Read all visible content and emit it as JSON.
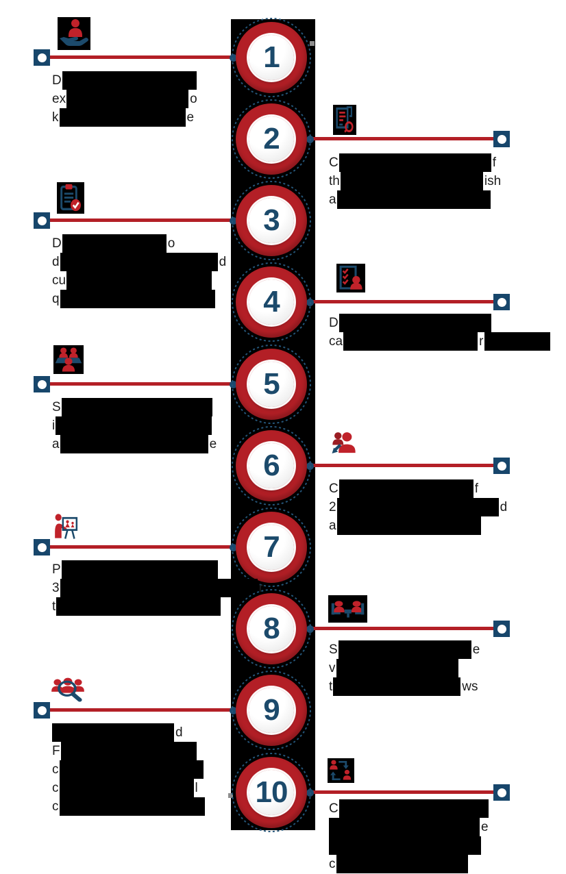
{
  "palette": {
    "red": "#b31f26",
    "navy": "#1c4a6b",
    "icon_red": "#c0222a",
    "icon_dark_red": "#9b1d23",
    "arc_navy": "#255578",
    "black": "#000000",
    "gray_marker": "#8e8e8e",
    "text": "#1c1c1c"
  },
  "steps": [
    {
      "number": "1",
      "side": "left",
      "icon": "person-in-hand-icon",
      "lines": [
        {
          "pre": "D",
          "bar": 196,
          "post": ""
        },
        {
          "pre": "ex",
          "bar": 178,
          "post": "o"
        },
        {
          "pre": "k",
          "bar": 184,
          "post": "e"
        }
      ]
    },
    {
      "number": "2",
      "side": "right",
      "icon": "resume-search-icon",
      "lines": [
        {
          "pre": "C",
          "bar": 222,
          "post": "f"
        },
        {
          "pre": "th",
          "bar": 208,
          "post": "ish"
        },
        {
          "pre": "a",
          "bar": 224,
          "post": ""
        }
      ]
    },
    {
      "number": "3",
      "side": "left",
      "icon": "clipboard-check-icon",
      "lines": [
        {
          "pre": "D",
          "bar": 152,
          "post": "o"
        },
        {
          "pre": "d",
          "bar": 230,
          "post": "d"
        },
        {
          "pre": "cu",
          "bar": 212,
          "post": ""
        },
        {
          "pre": "q",
          "bar": 226,
          "post": ""
        }
      ]
    },
    {
      "number": "4",
      "side": "right",
      "icon": "candidate-checklist-icon",
      "lines": [
        {
          "pre": "D",
          "bar": 222,
          "post": ""
        },
        {
          "pre": "ca",
          "bar": 196,
          "post": "r",
          "bar2": 96
        }
      ]
    },
    {
      "number": "5",
      "side": "left",
      "icon": "panel-interview-icon",
      "lines": [
        {
          "pre": "S",
          "bar": 220,
          "post": ""
        },
        {
          "pre": "i",
          "bar": 228,
          "post": ""
        },
        {
          "pre": "a",
          "bar": 216,
          "post": "e"
        }
      ]
    },
    {
      "number": "6",
      "side": "right",
      "icon": "phone-screening-icon",
      "lines": [
        {
          "pre": "C",
          "bar": 196,
          "post": "f"
        },
        {
          "pre": "2",
          "bar": 236,
          "post": "d"
        },
        {
          "pre": "a",
          "bar": 210,
          "post": ""
        }
      ]
    },
    {
      "number": "7",
      "side": "left",
      "icon": "presentation-icon",
      "lines": [
        {
          "pre": "P",
          "bar": 228,
          "post": ""
        },
        {
          "pre": "3",
          "bar": 288,
          "post": "r"
        },
        {
          "pre": "t",
          "bar": 240,
          "post": ""
        }
      ]
    },
    {
      "number": "8",
      "side": "right",
      "icon": "interview-table-icon",
      "lines": [
        {
          "pre": "S",
          "bar": 194,
          "post": "e"
        },
        {
          "pre": "v",
          "bar": 178,
          "post": ""
        },
        {
          "pre": "t",
          "bar": 186,
          "post": "ws"
        }
      ]
    },
    {
      "number": "9",
      "side": "left",
      "icon": "background-check-icon",
      "lines": [
        {
          "pre": "",
          "bar": 178,
          "post": "d"
        },
        {
          "pre": "F",
          "bar": 198,
          "post": ""
        },
        {
          "pre": "c",
          "bar": 210,
          "post": ""
        },
        {
          "pre": "c",
          "bar": 196,
          "post": "l"
        },
        {
          "pre": "c",
          "bar": 212,
          "post": ""
        }
      ]
    },
    {
      "number": "10",
      "side": "right",
      "icon": "job-handover-icon",
      "lines": [
        {
          "pre": "C",
          "bar": 218,
          "post": ""
        },
        {
          "pre": "",
          "bar": 220,
          "post": "e"
        },
        {
          "pre": "",
          "bar": 222,
          "post": ""
        },
        {
          "pre": "c",
          "bar": 192,
          "post": ""
        }
      ]
    }
  ]
}
